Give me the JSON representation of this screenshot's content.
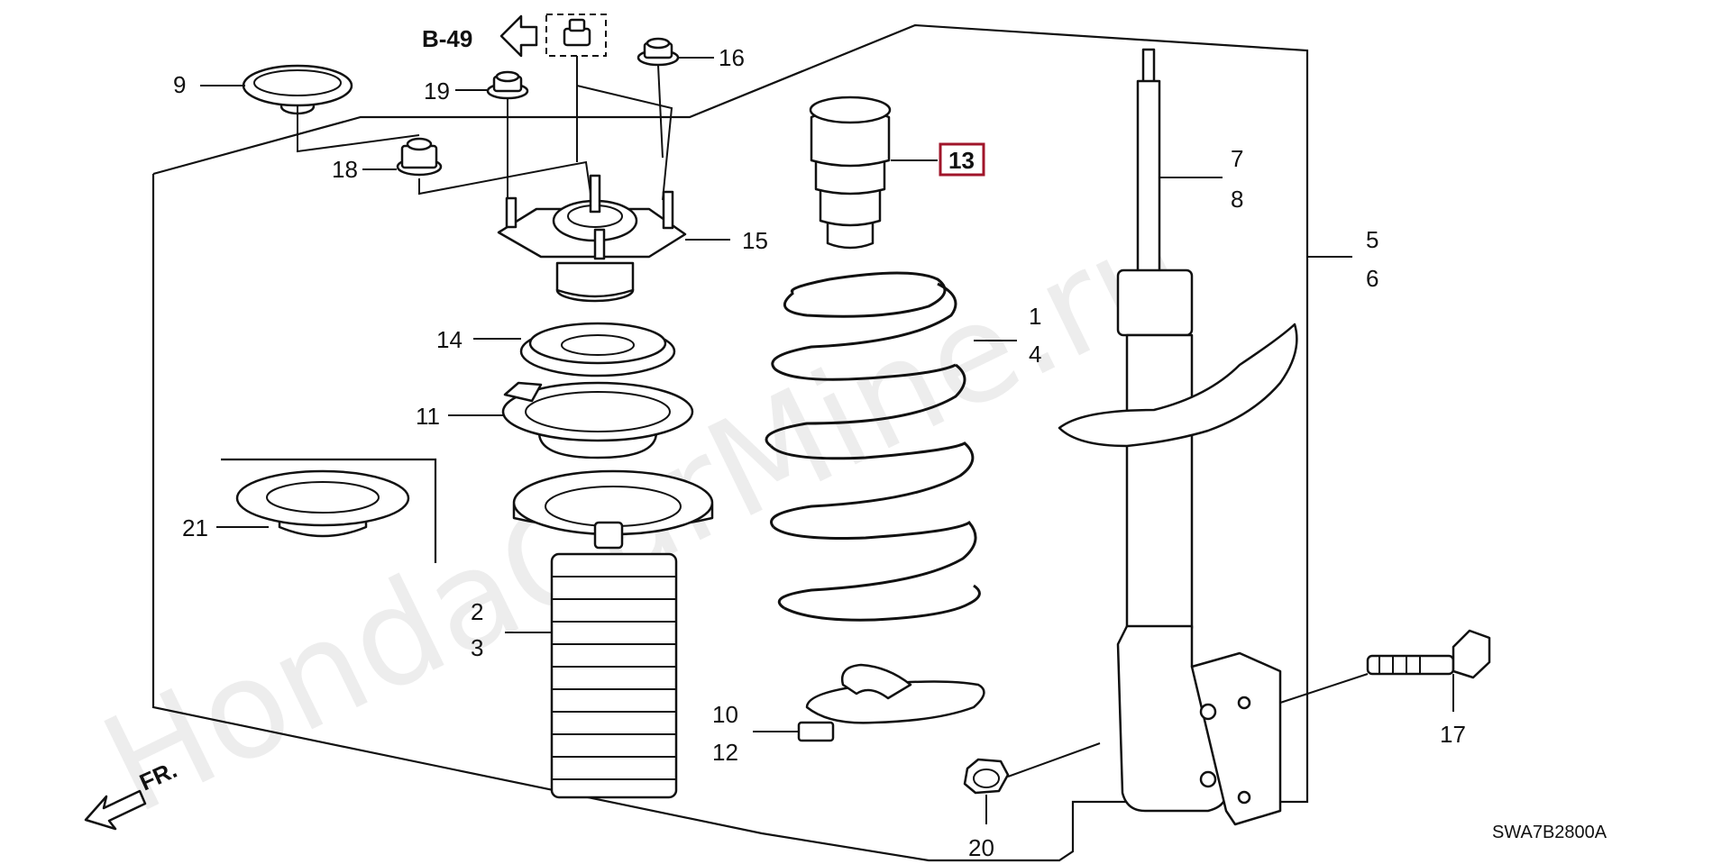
{
  "diagram": {
    "reference_code": "SWA7B2800A",
    "ref_page": "B-49",
    "direction_label": "FR.",
    "highlighted_callout": "13",
    "watermark": "HondaCarMine.ru",
    "callouts": {
      "c1": "1",
      "c2": "2",
      "c3": "3",
      "c4": "4",
      "c5": "5",
      "c6": "6",
      "c7": "7",
      "c8": "8",
      "c9": "9",
      "c10": "10",
      "c11": "11",
      "c12": "12",
      "c13": "13",
      "c14": "14",
      "c15": "15",
      "c16": "16",
      "c17": "17",
      "c18": "18",
      "c19": "19",
      "c20": "20",
      "c21": "21"
    },
    "colors": {
      "highlight": "#a0152a",
      "line": "#111111",
      "watermark": "#d8d8d8"
    }
  }
}
